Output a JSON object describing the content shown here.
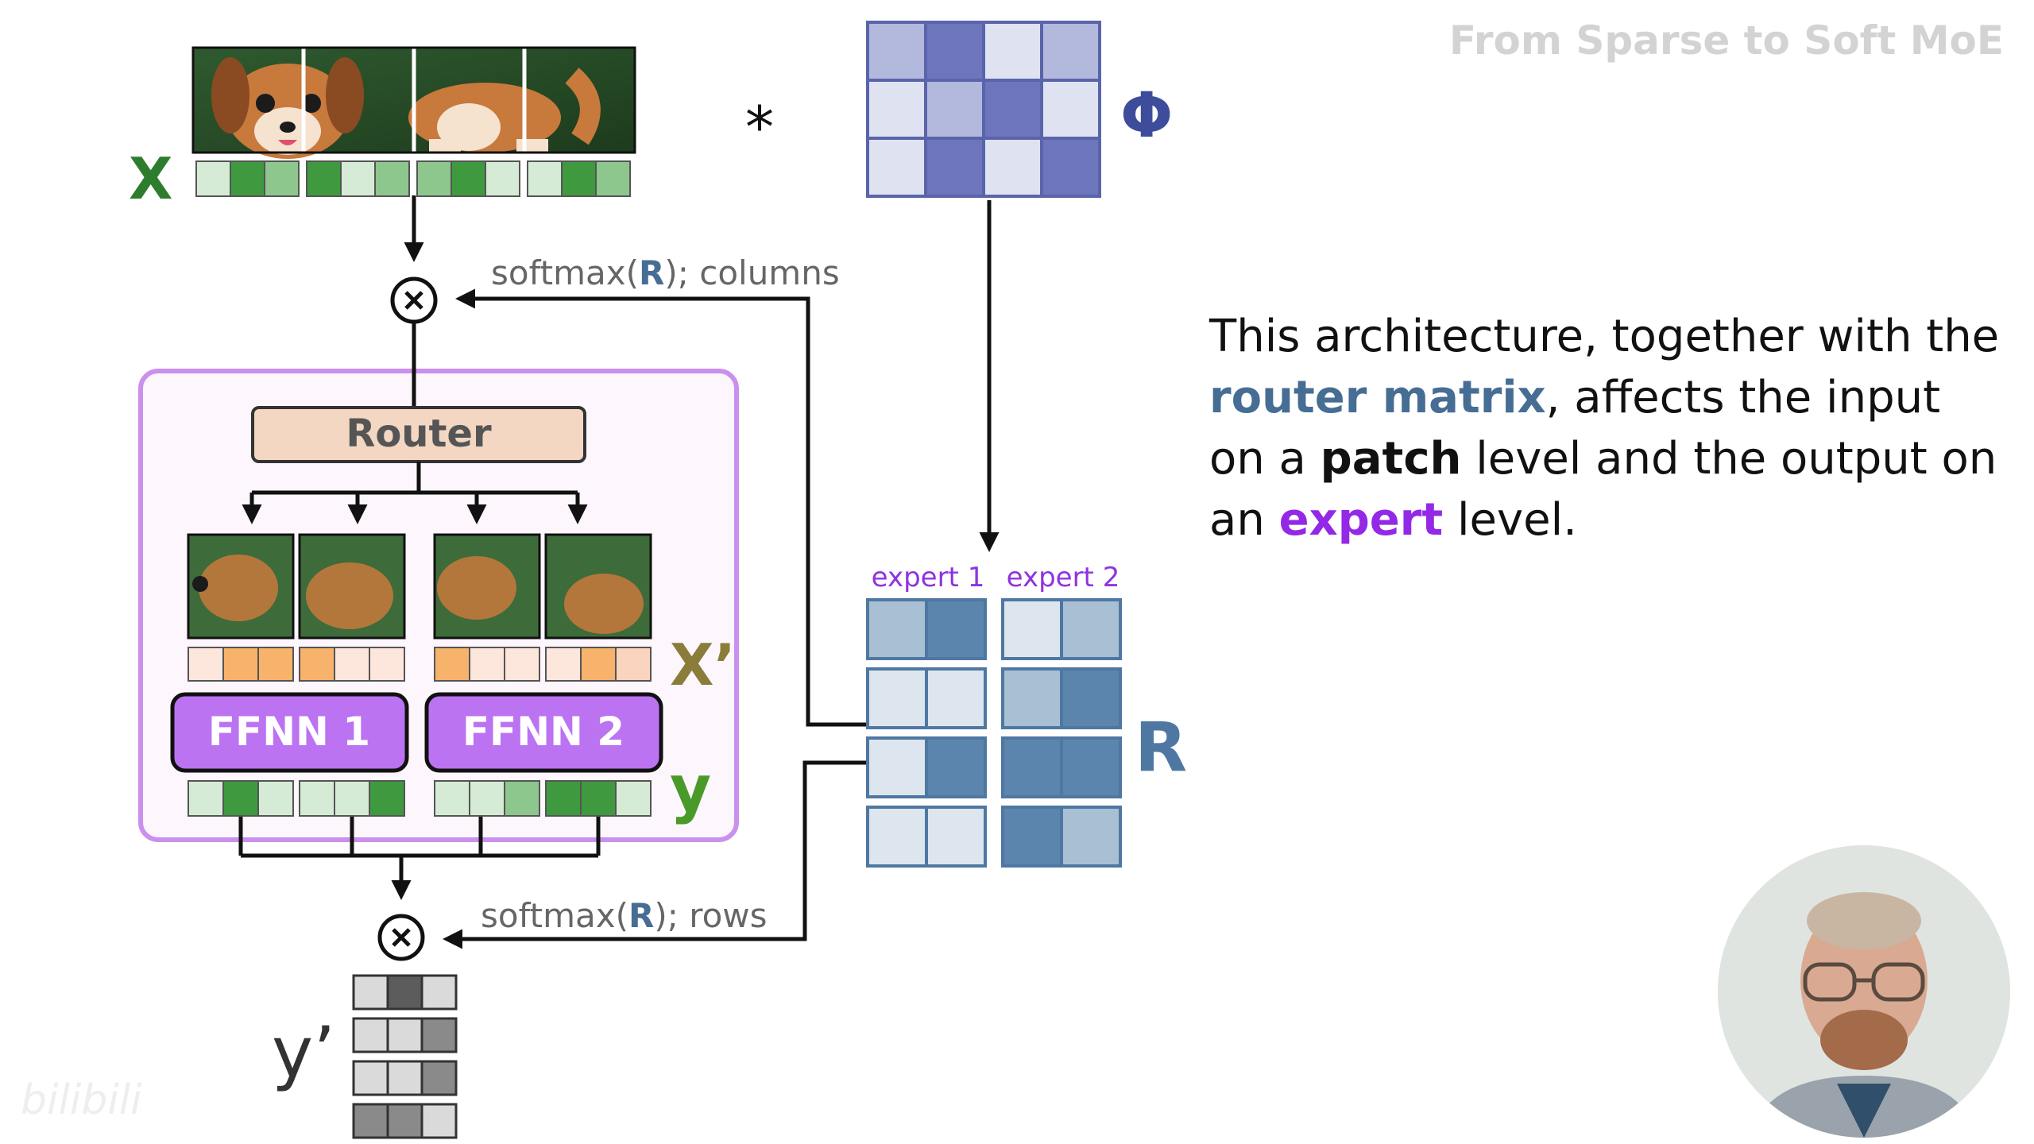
{
  "title": "From Sparse to Soft MoE",
  "symbols": {
    "x": "X",
    "phi": "Φ",
    "x_prime": "X’",
    "y": "y",
    "y_prime": "y’",
    "R": "R",
    "multiply": "*"
  },
  "labels": {
    "router": "Router",
    "ffnn1": "FFNN 1",
    "ffnn2": "FFNN 2",
    "expert1": "expert 1",
    "expert2": "expert 2"
  },
  "softmax_columns": {
    "prefix": "softmax(",
    "R": "R",
    "suffix": "); columns"
  },
  "softmax_rows": {
    "prefix": "softmax(",
    "R": "R",
    "suffix": "); rows"
  },
  "description": {
    "t1": "This architecture, together with the ",
    "router_matrix": "router matrix",
    "t2": ", affects the input on a ",
    "patch": "patch",
    "t3": " level and the output on an ",
    "expert": "expert",
    "t4": " level."
  },
  "watermark": "bilibili",
  "colors": {
    "green_shades": [
      "#d6ebd6",
      "#3f9a3f",
      "#8dc78d"
    ],
    "orange_shades": [
      "#fde6dc",
      "#f7b36b",
      "#fbd4bf"
    ],
    "purple_accent": "#b46ef0",
    "blue_matrix": "#4e78a2",
    "router_fill": "#f3d7c3"
  },
  "icons": [
    "multiply-circle-icon",
    "puppy-image",
    "presenter-avatar"
  ]
}
